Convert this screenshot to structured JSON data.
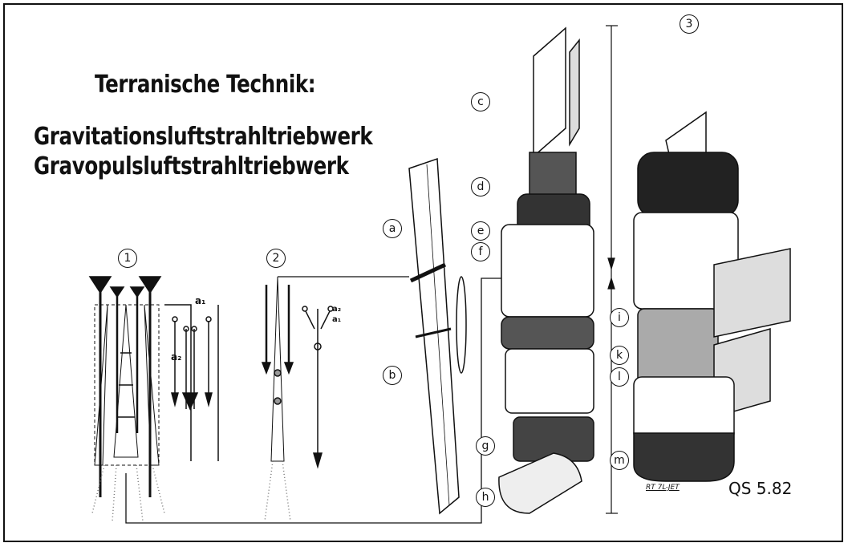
{
  "title": {
    "line1": "Terranische Technik:",
    "line2": "Gravitationsluftstrahltriebwerk",
    "line3": "Gravopulsluftstrahltriebwerk"
  },
  "figures": [
    "1",
    "2",
    "3"
  ],
  "part_labels": [
    "a",
    "b",
    "c",
    "d",
    "e",
    "f",
    "g",
    "h",
    "i",
    "k",
    "l",
    "m"
  ],
  "vectors": {
    "a1": "a₁",
    "a2": "a₂",
    "fig2_a1": "a₁",
    "fig2_a2": "a₂"
  },
  "caption": "RT 7L-JET",
  "signature": "QS 5.82"
}
